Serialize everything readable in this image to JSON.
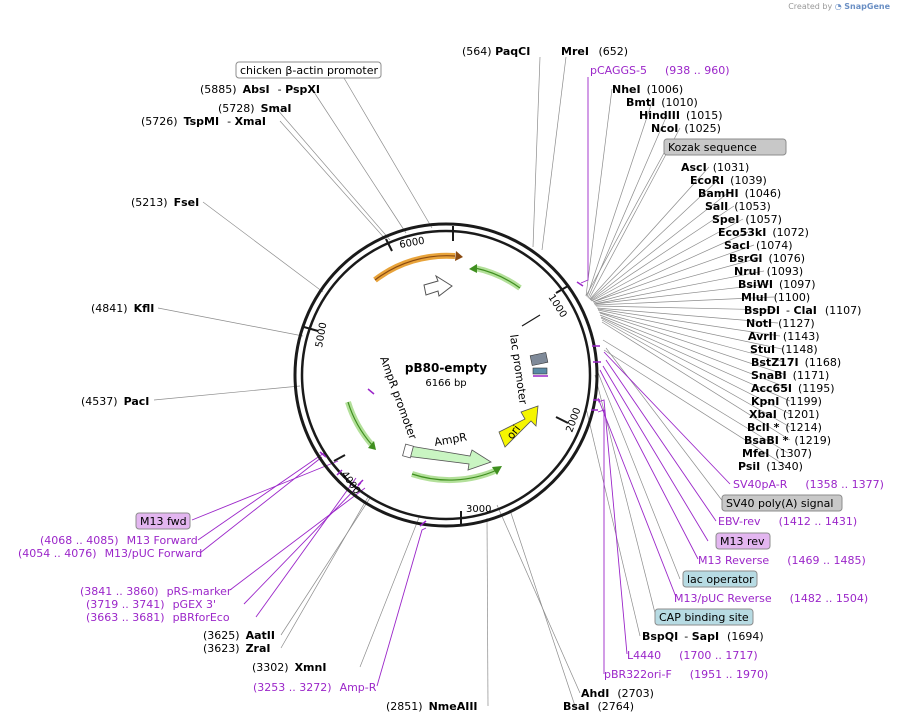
{
  "credit": {
    "text": "Created by",
    "brand": "SnapGene"
  },
  "plasmid": {
    "name": "pB80-empty",
    "size": "6166 bp"
  },
  "ticks": [
    "1000",
    "2000",
    "3000",
    "4000",
    "5000",
    "6000"
  ],
  "inner_features": {
    "lac_promoter": "lac promoter",
    "ampr_promoter": "AmpR promoter",
    "ampr": "AmpR",
    "ori": "ori"
  },
  "boxed_features": [
    "chicken β-actin promoter",
    "Kozak sequence",
    "SV40 poly(A) signal",
    "M13 rev",
    "lac operator",
    "CAP binding site",
    "M13 fwd"
  ],
  "sites_right": [
    {
      "name": "NheI",
      "pos": "(1006)"
    },
    {
      "name": "BmtI",
      "pos": "(1010)"
    },
    {
      "name": "HindIII",
      "pos": "(1015)"
    },
    {
      "name": "NcoI",
      "pos": "(1025)"
    },
    {
      "name": "AscI",
      "pos": "(1031)"
    },
    {
      "name": "EcoRI",
      "pos": "(1039)"
    },
    {
      "name": "BamHI",
      "pos": "(1046)"
    },
    {
      "name": "SalI",
      "pos": "(1053)"
    },
    {
      "name": "SpeI",
      "pos": "(1057)"
    },
    {
      "name": "Eco53kI",
      "pos": "(1072)"
    },
    {
      "name": "SacI",
      "pos": "(1074)"
    },
    {
      "name": "BsrGI",
      "pos": "(1076)"
    },
    {
      "name": "NruI",
      "pos": "(1093)"
    },
    {
      "name": "BsiWI",
      "pos": "(1097)"
    },
    {
      "name": "MluI",
      "pos": "(1100)"
    },
    {
      "name": "BspDI",
      "pos": "(1107)",
      "alt": "ClaI"
    },
    {
      "name": "NotI",
      "pos": "(1127)"
    },
    {
      "name": "AvrII",
      "pos": "(1143)"
    },
    {
      "name": "StuI",
      "pos": "(1148)"
    },
    {
      "name": "BstZ17I",
      "pos": "(1168)"
    },
    {
      "name": "SnaBI",
      "pos": "(1171)"
    },
    {
      "name": "Acc65I",
      "pos": "(1195)"
    },
    {
      "name": "KpnI",
      "pos": "(1199)"
    },
    {
      "name": "XbaI",
      "pos": "(1201)"
    },
    {
      "name": "BclI *",
      "pos": "(1214)"
    },
    {
      "name": "BsaBI *",
      "pos": "(1219)"
    },
    {
      "name": "MfeI",
      "pos": "(1307)"
    },
    {
      "name": "PsiI",
      "pos": "(1340)"
    },
    {
      "name": "BspQI",
      "pos": "(1694)",
      "alt": "SapI"
    },
    {
      "name": "AhdI",
      "pos": "(2703)"
    },
    {
      "name": "BsaI",
      "pos": "(2764)"
    }
  ],
  "sites_top": [
    {
      "name": "PaqCI",
      "pos": "(564)"
    },
    {
      "name": "MreI",
      "pos": "(652)"
    }
  ],
  "sites_left": [
    {
      "name": "AbsI",
      "pos": "(5885)",
      "alt": "PspXI"
    },
    {
      "name": "SmaI",
      "pos": "(5728)"
    },
    {
      "name": "TspMI",
      "pos": "(5726)",
      "alt": "XmaI"
    },
    {
      "name": "FseI",
      "pos": "(5213)"
    },
    {
      "name": "KflI",
      "pos": "(4841)"
    },
    {
      "name": "PacI",
      "pos": "(4537)"
    },
    {
      "name": "AatII",
      "pos": "(3625)"
    },
    {
      "name": "ZraI",
      "pos": "(3623)"
    },
    {
      "name": "XmnI",
      "pos": "(3302)"
    },
    {
      "name": "NmeAIII",
      "pos": "(2851)"
    }
  ],
  "primers": [
    {
      "name": "pCAGGS-5",
      "range": "(938 .. 960)"
    },
    {
      "name": "SV40pA-R",
      "range": "(1358 .. 1377)"
    },
    {
      "name": "EBV-rev",
      "range": "(1412 .. 1431)"
    },
    {
      "name": "M13 Reverse",
      "range": "(1469 .. 1485)"
    },
    {
      "name": "M13/pUC Reverse",
      "range": "(1482 .. 1504)"
    },
    {
      "name": "L4440",
      "range": "(1700 .. 1717)"
    },
    {
      "name": "pBR322ori-F",
      "range": "(1951 .. 1970)"
    },
    {
      "name": "Amp-R",
      "range": "(3253 .. 3272)"
    },
    {
      "name": "pRS-marker",
      "range": "(3841 .. 3860)"
    },
    {
      "name": "pGEX 3'",
      "range": "(3719 .. 3741)"
    },
    {
      "name": "pBRforEco",
      "range": "(3663 .. 3681)"
    },
    {
      "name": "M13 Forward",
      "range": "(4068 .. 4085)"
    },
    {
      "name": "M13/pUC Forward",
      "range": "(4054 .. 4076)"
    }
  ],
  "colors": {
    "backbone": "#1a1a1a",
    "primer": "#9b26c9",
    "promoter_green": "#3f8f1f",
    "chicken_orange": "#e8a33a",
    "ori_yellow": "#f5f500",
    "ampr_fill": "#c9f5c2",
    "gray_box": "#c8c8c8",
    "blue_box": "#b7dbe3",
    "pink_box": "#e3b6f0"
  }
}
